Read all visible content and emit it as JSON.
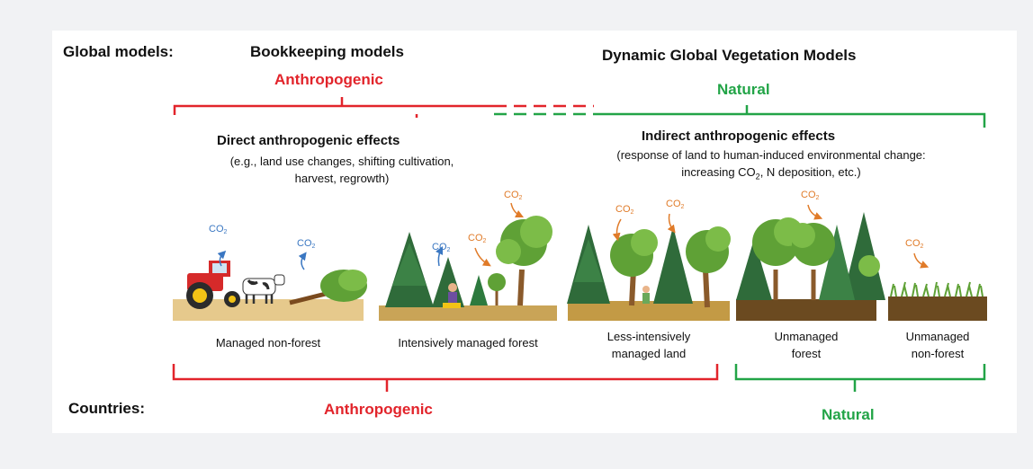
{
  "header": {
    "row_label_global": "Global models:",
    "bookkeeping": "Bookkeeping models",
    "dgvm": "Dynamic Global Vegetation Models",
    "row_label_countries": "Countries:"
  },
  "top_brackets": {
    "anthropogenic": "Anthropogenic",
    "natural": "Natural"
  },
  "effects": {
    "direct_title": "Direct anthropogenic effects",
    "direct_line1": "(e.g., land use changes, shifting cultivation,",
    "direct_line2": "harvest, regrowth)",
    "indirect_title": "Indirect anthropogenic effects",
    "indirect_line1": "(response of land to human-induced environmental change:",
    "indirect_line2a": "increasing CO",
    "indirect_line2b": "2",
    "indirect_line2c": ", N deposition, etc.)"
  },
  "co2": {
    "main": "CO",
    "sub": "2"
  },
  "land_categories": [
    {
      "label": "Managed non-forest"
    },
    {
      "label": "Intensively managed forest"
    },
    {
      "label_line1": "Less-intensively",
      "label_line2": "managed land"
    },
    {
      "label_line1": "Unmanaged",
      "label_line2": "forest"
    },
    {
      "label_line1": "Unmanaged",
      "label_line2": "non-forest"
    }
  ],
  "bottom_brackets": {
    "anthropogenic": "Anthropogenic",
    "natural": "Natural"
  },
  "colors": {
    "anthropogenic": "#e2242b",
    "natural": "#22a447",
    "co2_blue": "#3a77c2",
    "co2_orange": "#e07b29"
  }
}
